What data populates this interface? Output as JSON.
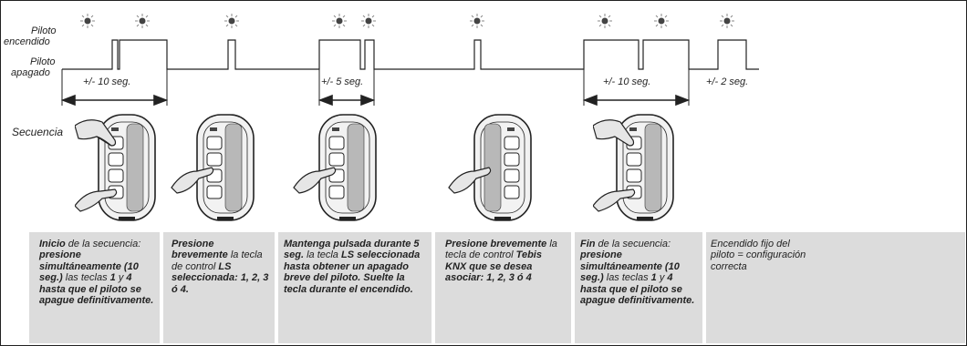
{
  "labels": {
    "on_1": "Piloto",
    "on_2": "encendido",
    "off_1": "Piloto",
    "off_2": "apagado",
    "sequence": "Secuencia"
  },
  "durations": [
    "+/- 10 seg.",
    "+/- 5 seg.",
    "+/- 10 seg.",
    "+/- 2 seg."
  ],
  "steps": [
    {
      "runs": [
        {
          "b": true,
          "t": "Inicio"
        },
        {
          "b": false,
          "t": " de la secuencia: "
        },
        {
          "b": true,
          "t": "presione simultáneamente (10 seg.)"
        },
        {
          "b": false,
          "t": " las teclas "
        },
        {
          "b": true,
          "t": "1"
        },
        {
          "b": false,
          "t": " y "
        },
        {
          "b": true,
          "t": "4 hasta que el piloto se apague definitivamente."
        }
      ]
    },
    {
      "runs": [
        {
          "b": true,
          "t": "Presione brevemente"
        },
        {
          "b": false,
          "t": " la tecla de control "
        },
        {
          "b": true,
          "t": "LS seleccionada: 1, 2, 3 ó 4."
        }
      ]
    },
    {
      "runs": [
        {
          "b": true,
          "t": "Mantenga pulsada durante 5 seg."
        },
        {
          "b": false,
          "t": " la tecla "
        },
        {
          "b": true,
          "t": "LS seleccionada hasta obtener un apagado breve del piloto. Suelte la tecla durante el encendido."
        }
      ]
    },
    {
      "runs": [
        {
          "b": true,
          "t": "Presione brevemente"
        },
        {
          "b": false,
          "t": " la tecla de control "
        },
        {
          "b": true,
          "t": "Tebis KNX que se desea asociar: 1, 2, 3 ó 4"
        }
      ]
    },
    {
      "runs": [
        {
          "b": true,
          "t": "Fin"
        },
        {
          "b": false,
          "t": " de la secuencia: "
        },
        {
          "b": true,
          "t": "presione simultáneamente (10 seg.)"
        },
        {
          "b": false,
          "t": " las teclas "
        },
        {
          "b": true,
          "t": "1"
        },
        {
          "b": false,
          "t": " y "
        },
        {
          "b": true,
          "t": "4 hasta que el piloto se apague definitivamente."
        }
      ]
    },
    {
      "runs": [
        {
          "b": false,
          "t": "Encendido fijo del piloto = configuración correcta"
        }
      ]
    }
  ],
  "colors": {
    "line": "#222222",
    "panel": "#dcdcdc",
    "remote_body": "#f2f2f2",
    "remote_strip": "#b8b8b8"
  }
}
